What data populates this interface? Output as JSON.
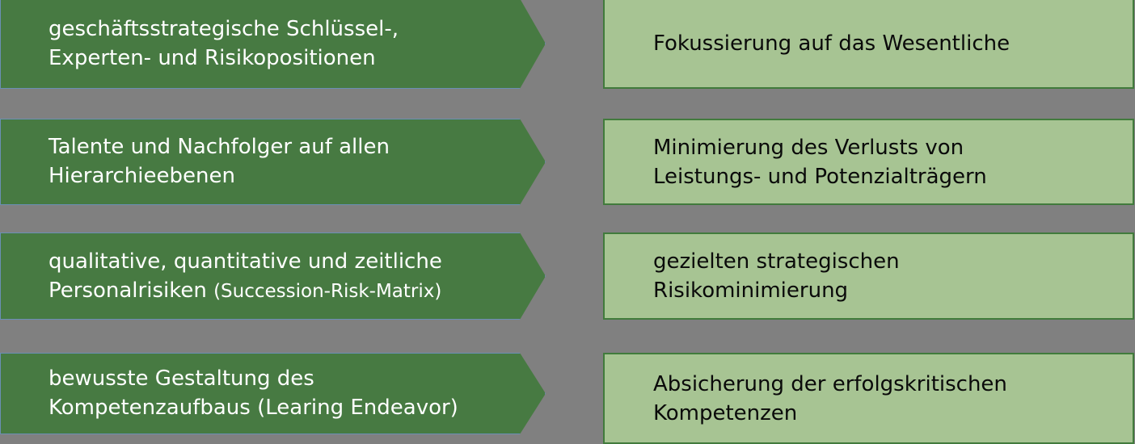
{
  "theme": {
    "background_color": "#808080",
    "arrow_fill": "#477A42",
    "arrow_border": "#6A8FB5",
    "arrow_text_color": "#FFFFFF",
    "box_fill": "#A7C493",
    "box_border": "#417B3C",
    "box_text_color": "#0A0A0A"
  },
  "rows": [
    {
      "arrow": {
        "line1": "geschäftsstrategische Schlüssel-,",
        "line2": "Experten- und Risikopositionen",
        "note": ""
      },
      "box": {
        "line1": "Fokussierung auf das Wesentliche",
        "line2": ""
      }
    },
    {
      "arrow": {
        "line1": "Talente und Nachfolger auf allen",
        "line2": "Hierarchieebenen",
        "note": ""
      },
      "box": {
        "line1": "Minimierung des Verlusts von",
        "line2": "Leistungs- und Potenzialträgern"
      }
    },
    {
      "arrow": {
        "line1": "qualitative, quantitative und zeitliche",
        "line2": "Personalrisiken ",
        "note": "(Succession-Risk-Matrix)"
      },
      "box": {
        "line1": "gezielten strategischen",
        "line2": "Risikominimierung"
      }
    },
    {
      "arrow": {
        "line1": "bewusste Gestaltung des",
        "line2": "Kompetenzaufbaus (Learing Endeavor)",
        "note": ""
      },
      "box": {
        "line1": "Absicherung der erfolgskritischen",
        "line2": "Kompetenzen"
      }
    }
  ]
}
